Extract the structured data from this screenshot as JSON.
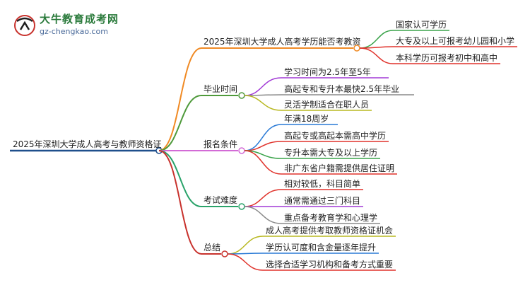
{
  "logo": {
    "title": "大牛教育成考网",
    "url": "gz-chengkao.com"
  },
  "mindmap": {
    "root": "2025年深圳大学成人高考与教师资格证",
    "branches": [
      {
        "label": "2025年深圳大学成人高考学历能否考教资",
        "color": "#f08a24",
        "children": [
          "国家认可学历",
          "大专及以上可报考幼儿园和小学",
          "本科学历可报考初中和高中"
        ]
      },
      {
        "label": "毕业时间",
        "color": "#4f9a3b",
        "children": [
          "学习时间为2.5年至5年",
          "高起专和专升本最快2.5年毕业",
          "灵活学制适合在职人员"
        ]
      },
      {
        "label": "报名条件",
        "color": "#d36bd6",
        "children": [
          "年满18周岁",
          "高起专或高起本需高中学历",
          "专升本需大专及以上学历",
          "非广东省户籍需提供居住证明"
        ]
      },
      {
        "label": "考试难度",
        "color": "#2aa36a",
        "children": [
          "相对较低，科目简单",
          "通常需通过三门科目",
          "重点备考教育学和心理学"
        ]
      },
      {
        "label": "总结",
        "color": "#c8322d",
        "children": [
          "成人高考提供考取教师资格证机会",
          "学历认可度和含金量逐年提升",
          "选择合适学习机构和备考方式重要"
        ]
      }
    ]
  },
  "colors": {
    "root_line": "#1f4f8c",
    "child_colors": [
      "#3aa34a",
      "#e0322b",
      "#e0322b",
      "#a23ad6",
      "#8a8a8a",
      "#b8b820",
      "#2a7ad6",
      "#e0322b"
    ]
  }
}
